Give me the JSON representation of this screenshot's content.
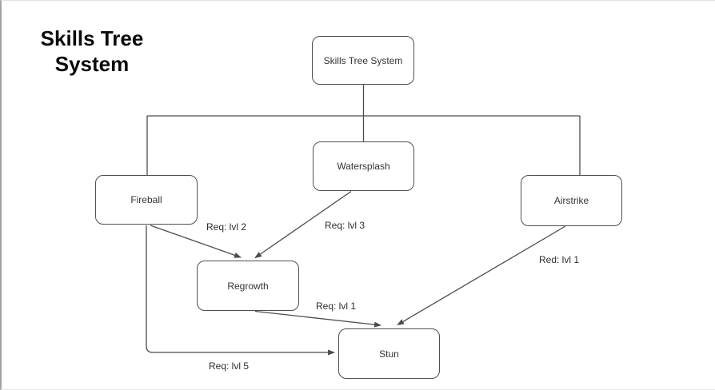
{
  "title": {
    "line1": "Skills Tree",
    "line2": "System"
  },
  "diagram": {
    "nodes": {
      "root": {
        "label": "Skills Tree System"
      },
      "watersplash": {
        "label": "Watersplash"
      },
      "fireball": {
        "label": "Fireball"
      },
      "airstrike": {
        "label": "Airstrike"
      },
      "regrowth": {
        "label": "Regrowth"
      },
      "stun": {
        "label": "Stun"
      }
    },
    "edges": {
      "root_to_fireball": {
        "label": "",
        "from": "Skills Tree System",
        "to": "Fireball"
      },
      "root_to_watersplash": {
        "label": "",
        "from": "Skills Tree System",
        "to": "Watersplash"
      },
      "root_to_airstrike": {
        "label": "",
        "from": "Skills Tree System",
        "to": "Airstrike"
      },
      "fireball_to_regrowth": {
        "label": "Req: lvl 2",
        "from": "Fireball",
        "to": "Regrowth"
      },
      "watersplash_to_regrowth": {
        "label": "Req: lvl 3",
        "from": "Watersplash",
        "to": "Regrowth"
      },
      "airstrike_to_stun": {
        "label": "Red: lvl 1",
        "from": "Airstrike",
        "to": "Stun"
      },
      "regrowth_to_stun": {
        "label": "Req: lvl 1",
        "from": "Regrowth",
        "to": "Stun"
      },
      "fireball_to_stun": {
        "label": "Req: lvl 5",
        "from": "Fireball",
        "to": "Stun"
      }
    },
    "colors": {
      "line": "#4c4c4c",
      "node_border": "#4f4f4f",
      "node_fill": "#ffffff",
      "node_text": "#333333",
      "edge_label_text": "#2d2d2d",
      "title_text": "#0a0a0a",
      "background": "#ffffff"
    }
  }
}
